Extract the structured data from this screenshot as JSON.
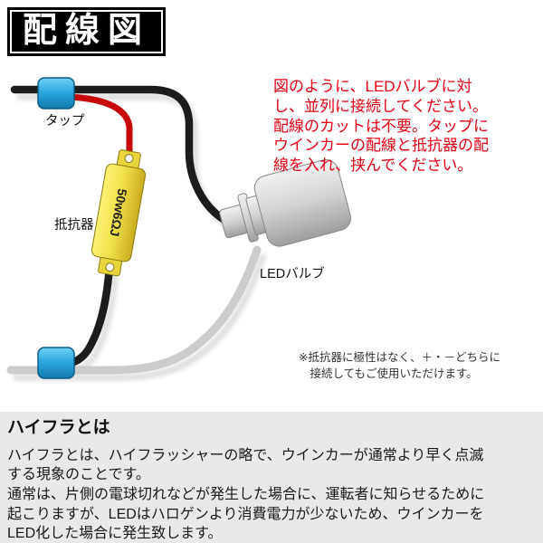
{
  "page": {
    "title_box": "配線図"
  },
  "diagram": {
    "labels": {
      "tap": "タップ",
      "resistor": "抵抗器",
      "resistor_marking": "50w6ΩJ",
      "led_bulb": "LEDバルブ"
    },
    "colors": {
      "tap_blue": "#2aa4dc",
      "resistor_yellow": "#f0df45",
      "bulb_gray": "#c6c6c6",
      "wire_black": "#1c1c1c",
      "wire_red": "#c60808",
      "wire_gray": "#cccccc"
    }
  },
  "instructions": {
    "text": "図のように、LEDバルブに対\nし、並列に接続してください。\n配線のカットは不要。タップに\nウインカーの配線と抵抗器の配\n線を入れ、挟んでください。",
    "color": "#e60012"
  },
  "note": {
    "text": "※抵抗器に極性はなく、＋・－どちらに\n　接続してもご使用いただけます。"
  },
  "hifla": {
    "heading": "ハイフラとは",
    "body1": "ハイフラとは、ハイフラッシャーの略で、ウインカーが通常より早く点滅\nする現象のことです。",
    "body2": "通常は、片側の電球切れなどが発生した場合に、運転者に知らせるために\n起こりますが、LEDはハロゲンより消費電力が少ないため、ウインカーを\nLED化した場合に発生致します。"
  }
}
